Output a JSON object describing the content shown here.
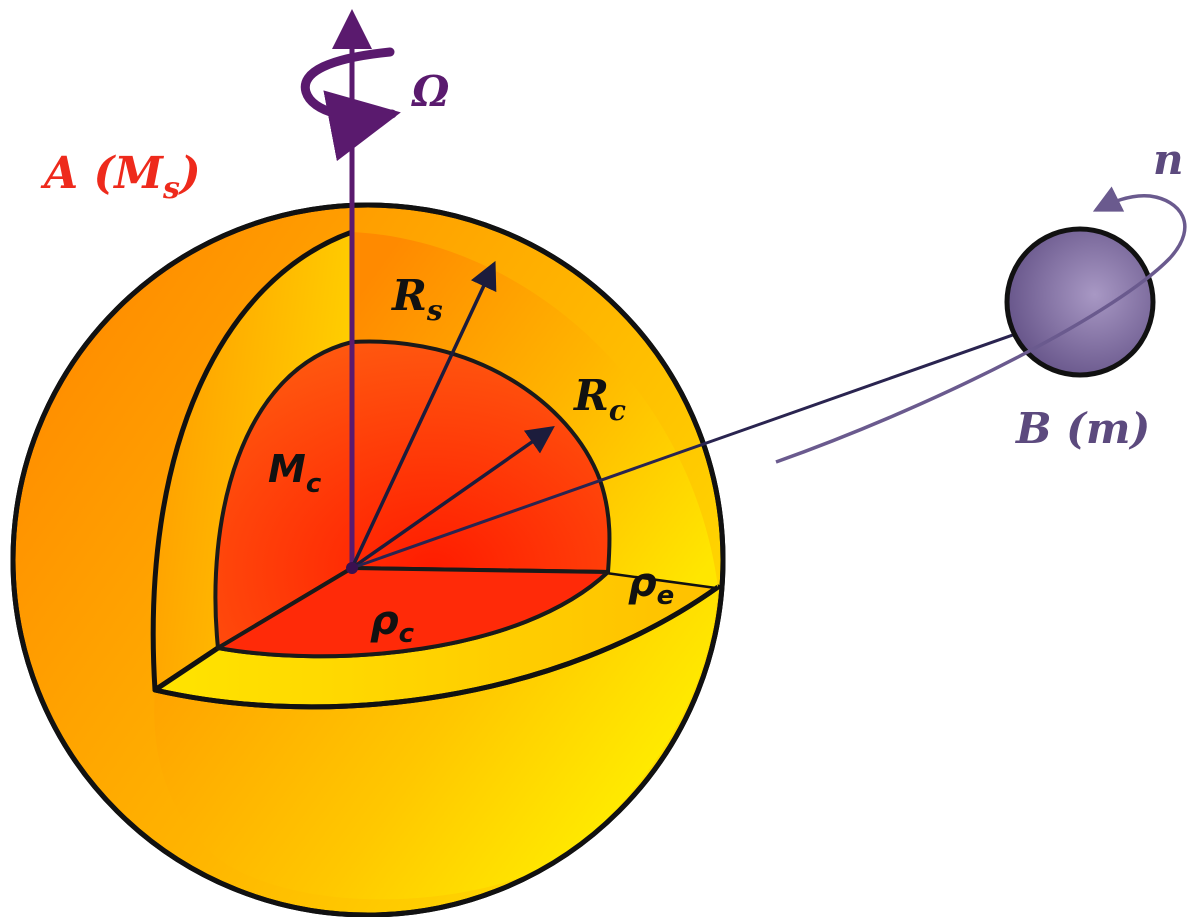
{
  "labels": {
    "star": "A (M",
    "star_sub": "s",
    "star_close": ")",
    "omega": "Ω",
    "rs": "R",
    "rs_sub": "s",
    "rc": "R",
    "rc_sub": "c",
    "mc": "M",
    "mc_sub": "c",
    "rho_c": "ρ",
    "rho_c_sub": "c",
    "rho_e": "ρ",
    "rho_e_sub": "e",
    "companion": "B (m)",
    "n": "n"
  },
  "colors": {
    "star_label": "#ee2a1c",
    "axis": "#5a1a6e",
    "arrows": "#1c1c3c",
    "companion_fill": "#7b6a9c",
    "companion_label": "#5c4a7e",
    "shell_outer": "#ffb000",
    "core": "#ff3a10",
    "cut_face": "#ffe000",
    "outline": "#111111"
  },
  "icons": [
    "rotation-arrow-icon",
    "orbit-arrow-icon"
  ]
}
